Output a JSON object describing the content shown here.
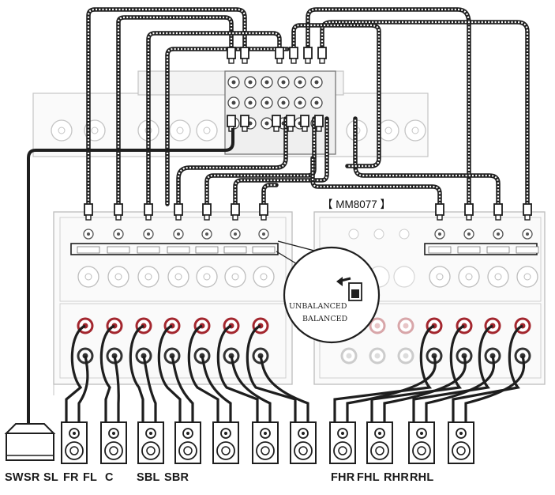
{
  "model_label": "【 MM8077 】",
  "callout": {
    "unbalanced": "UNBALANCED",
    "balanced": "BALANCED"
  },
  "speaker_labels": [
    "SW",
    "SR",
    "SL",
    "FR",
    "FL",
    "C",
    "SBL",
    "SBR",
    "FHR",
    "FHL",
    "RHR",
    "RHL"
  ],
  "colors": {
    "cable_dark": "#1e1e1e",
    "cable_light": "#ffffff",
    "panel_stroke": "#b9b9b9",
    "panel_fill": "#f6f6f6",
    "terminal_red": "#a3262e",
    "terminal_dark": "#333333",
    "speaker_stroke": "#1e1e1e"
  }
}
